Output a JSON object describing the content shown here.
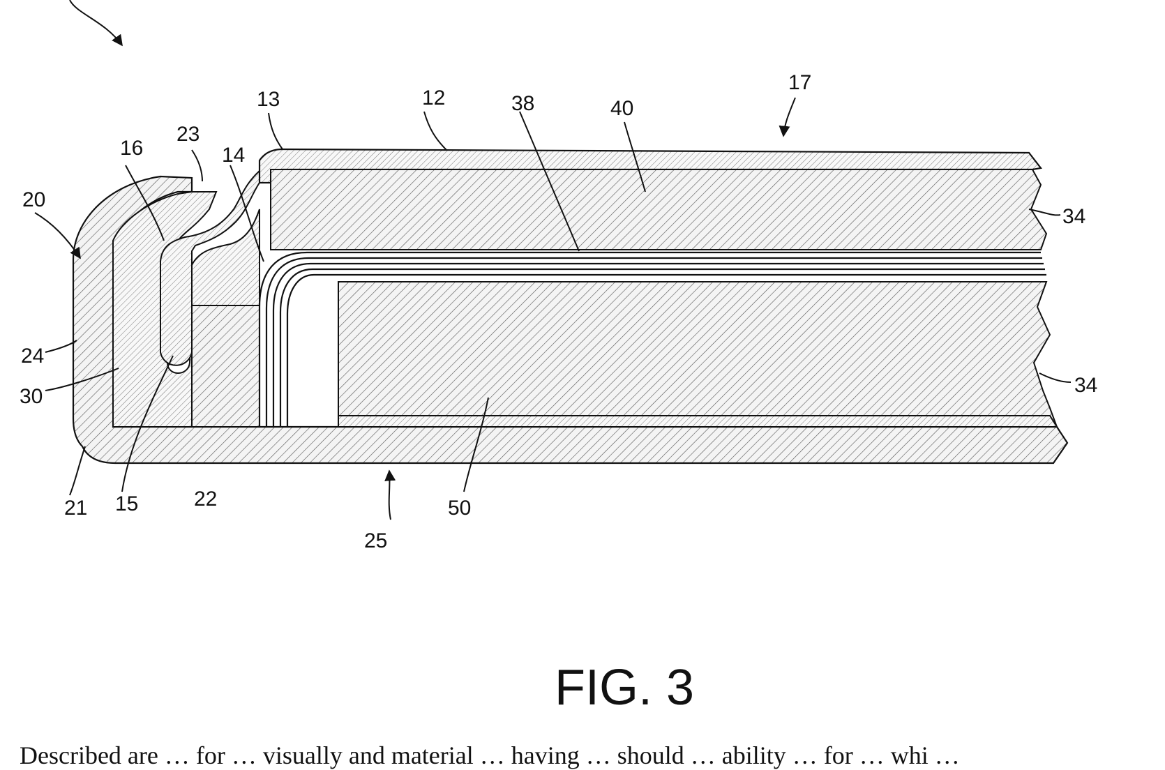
{
  "figure": {
    "caption": "FIG. 3",
    "reference_numerals": {
      "n12": "12",
      "n13": "13",
      "n14": "14",
      "n15": "15",
      "n16": "16",
      "n17": "17",
      "n20": "20",
      "n21": "21",
      "n22": "22",
      "n23": "23",
      "n24": "24",
      "n25": "25",
      "n30": "30",
      "n34a": "34",
      "n34b": "34",
      "n38": "38",
      "n40": "40",
      "n50": "50"
    }
  },
  "body_text": "Described are … for … visually and material … having … should … ability … for … whi …"
}
